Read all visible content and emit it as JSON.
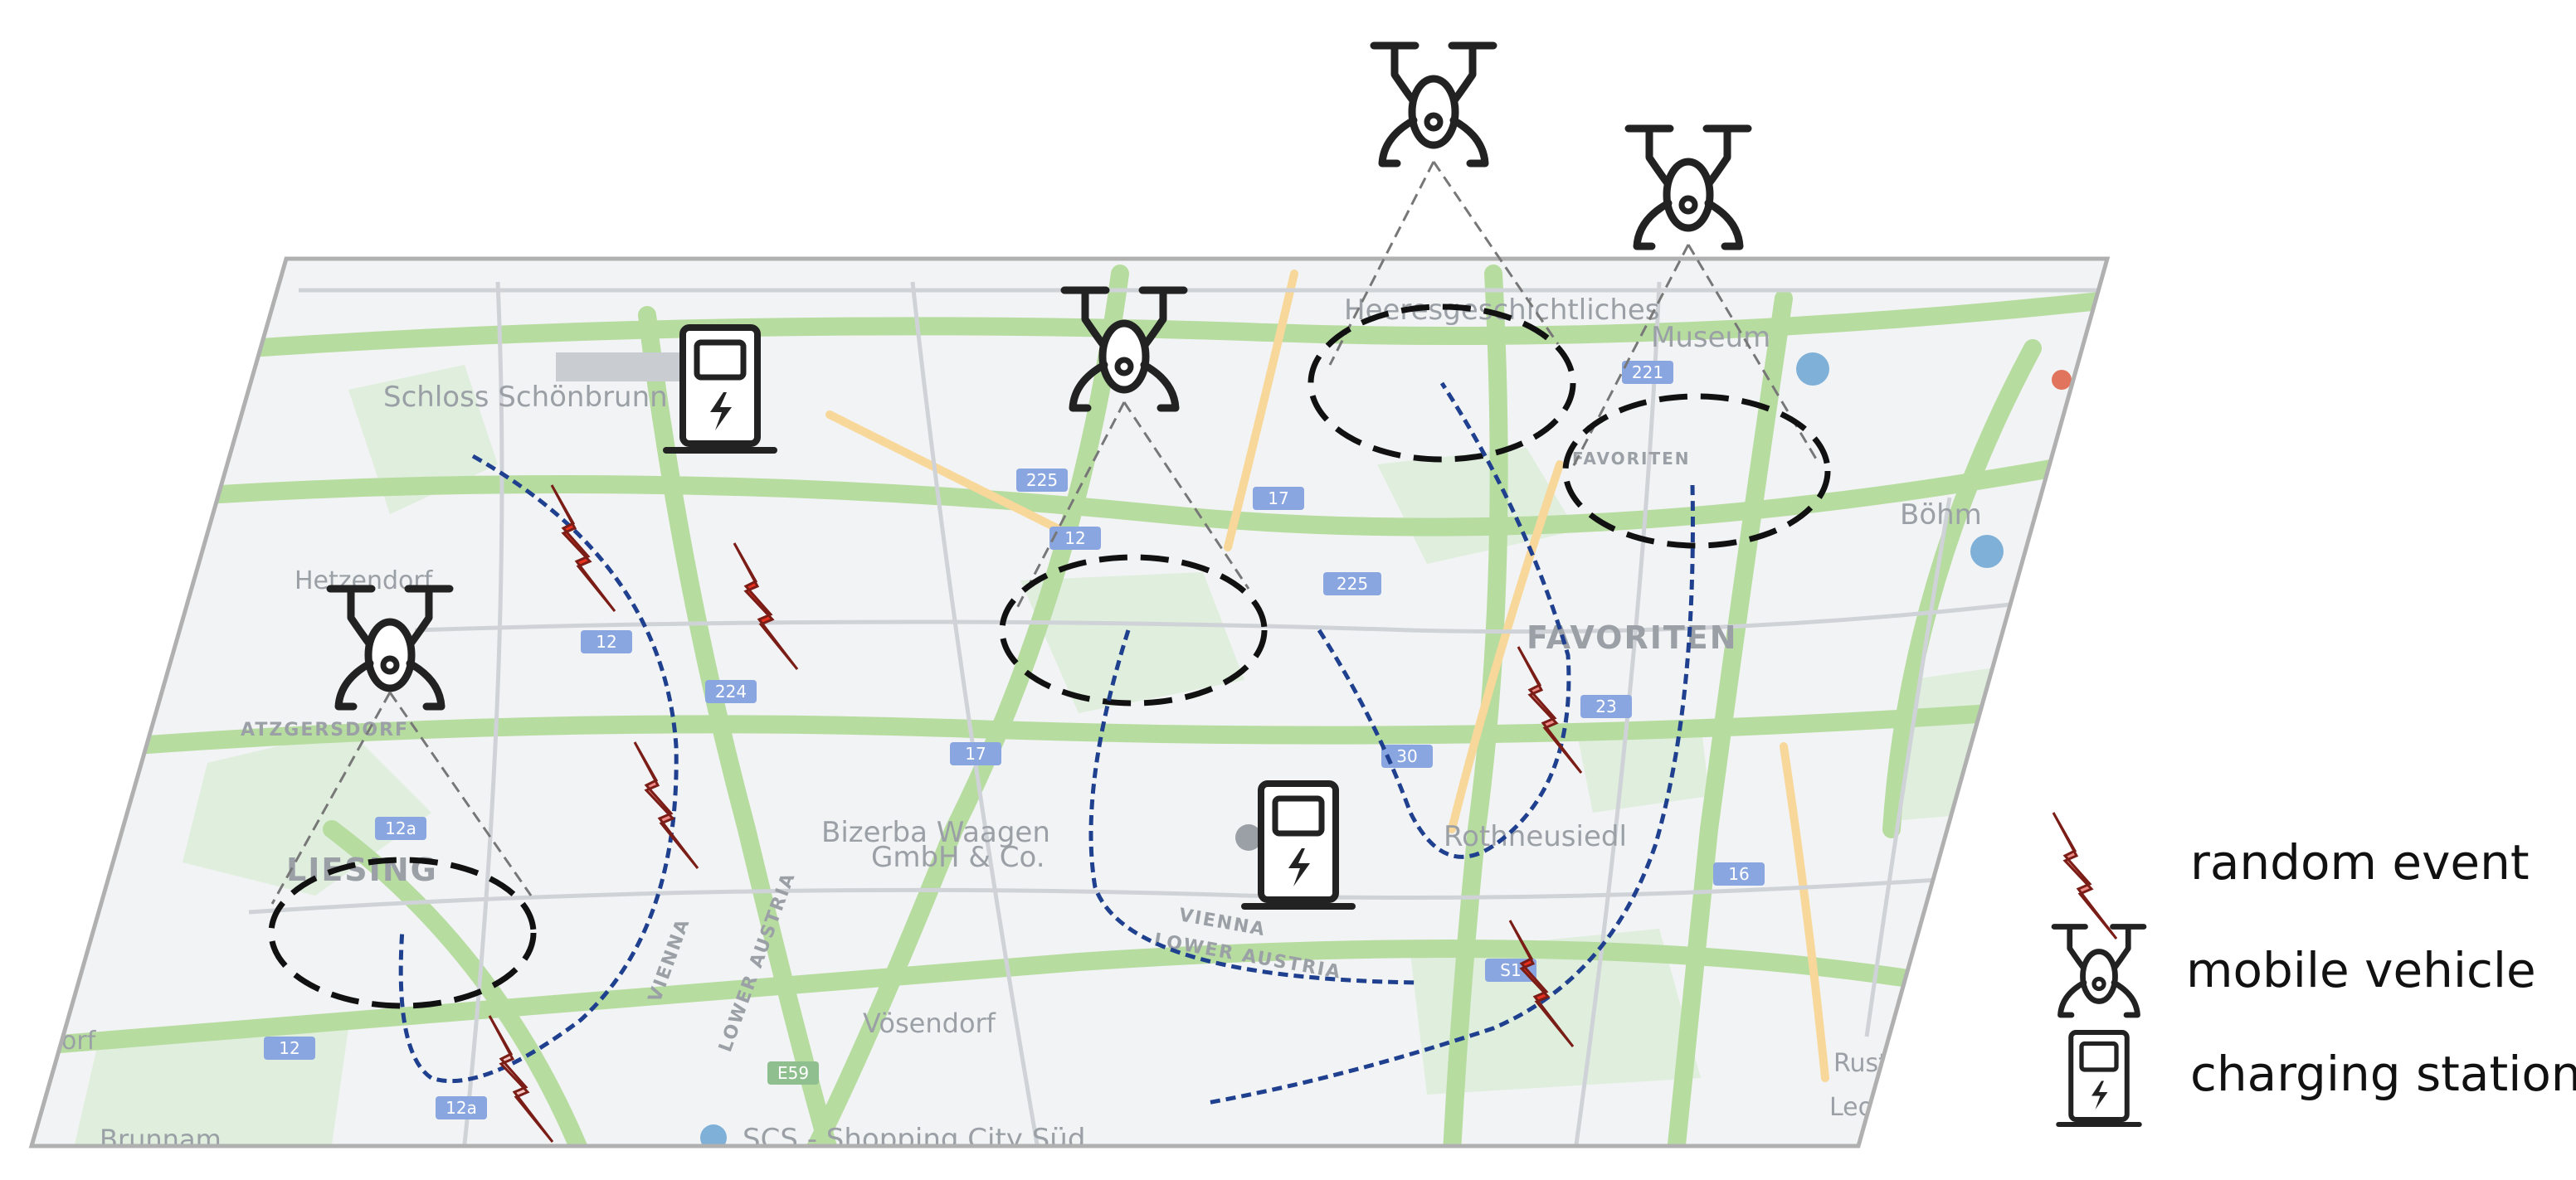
{
  "map": {
    "labels": [
      {
        "id": "schloss",
        "text": "Schloss Schönbrunn"
      },
      {
        "id": "museum1",
        "text": "Heeresgeschichtliches"
      },
      {
        "id": "museum2",
        "text": "Museum"
      },
      {
        "id": "hetzendorf",
        "text": "Hetzendorf"
      },
      {
        "id": "atzgersdorf",
        "text": "ATZGERSDORF"
      },
      {
        "id": "favoriten",
        "text": "FAVORITEN"
      },
      {
        "id": "favoriten_small",
        "text": "FAVORITEN"
      },
      {
        "id": "liesing",
        "text": "LIESING"
      },
      {
        "id": "bizerba1",
        "text": "Bizerba Waagen"
      },
      {
        "id": "bizerba2",
        "text": "GmbH & Co."
      },
      {
        "id": "rothneusiedl",
        "text": "Rothneusiedl"
      },
      {
        "id": "vienna",
        "text": "VIENNA"
      },
      {
        "id": "vienna2",
        "text": "VIENNA"
      },
      {
        "id": "loweraustria",
        "text": "LOWER AUSTRIA"
      },
      {
        "id": "loweraustria2",
        "text": "LOWER AUSTRIA"
      },
      {
        "id": "vosendorf",
        "text": "Vösendorf"
      },
      {
        "id": "scs",
        "text": "SCS - Shopping City Süd"
      },
      {
        "id": "brunnam",
        "text": "Brunnam"
      },
      {
        "id": "dorf",
        "text": "dorf"
      },
      {
        "id": "bohm",
        "text": "Böhm"
      },
      {
        "id": "ruste",
        "text": "Ruste"
      },
      {
        "id": "leope",
        "text": "Leope"
      }
    ],
    "road_badges": [
      "12",
      "225",
      "17",
      "224",
      "12",
      "17",
      "225",
      "30",
      "23",
      "221",
      "12a",
      "12",
      "12a",
      "E59",
      "16",
      "S1"
    ]
  },
  "legend": {
    "items": [
      {
        "icon": "lightning-icon",
        "label": "random event"
      },
      {
        "icon": "drone-icon",
        "label": "mobile vehicle"
      },
      {
        "icon": "charging-station-icon",
        "label": "charging station"
      }
    ]
  },
  "colors": {
    "event_red": "#e8311f",
    "event_pink": "#ef8b86",
    "event_lightpink": "#f6c6c2",
    "trajectory": "#1f3f8f",
    "icon_dark": "#222222",
    "map_road": "#b7dca0",
    "map_badge": "#8aa6e0"
  }
}
